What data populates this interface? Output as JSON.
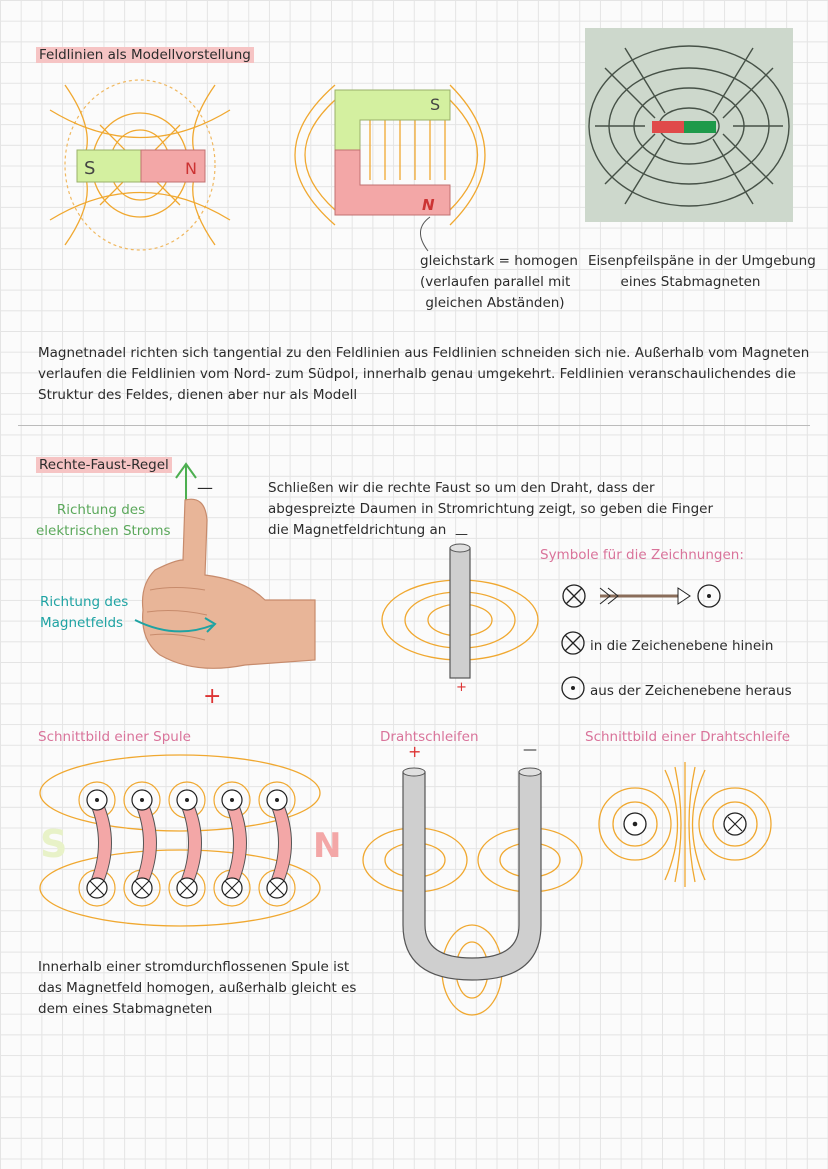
{
  "section1": {
    "heading": "Feldlinien als Modellvorstellung",
    "bar_magnet": {
      "s": "S",
      "n": "N"
    },
    "u_magnet": {
      "s": "S",
      "n": "N"
    },
    "homogen_note": [
      "gleichstark = homogen",
      "(verlaufen parallel mit",
      "gleichen Abständen)"
    ],
    "photo_caption": [
      "Eisenpfeilspäne in der Umgebung",
      "eines Stabmagneten"
    ],
    "paragraph": [
      "Magnetnadel richten sich tangential zu den Feldlinien aus Feldlinien schneiden sich nie. Außerhalb vom Magneten",
      "verlaufen die Feldlinien vom Nord- zum Südpol, innerhalb genau umgekehrt. Feldlinien veranschaulichendes die",
      "Struktur des Feldes, dienen aber nur als Modell"
    ]
  },
  "section2": {
    "heading": "Rechte-Faust-Regel",
    "minus": "—",
    "plus": "+",
    "current_label": [
      "Richtung des",
      "elektrischen Stroms"
    ],
    "field_label": [
      "Richtung des",
      "Magnetfelds"
    ],
    "explanation": [
      "Schließen wir die rechte Faust so um den Draht, dass der",
      "abgespreizte Daumen in Stromrichtung zeigt, so geben die Finger",
      "die Magnetfeldrichtung an"
    ],
    "wire_minus": "—",
    "wire_plus": "+",
    "symbols_title": "Symbole für die Zeichnungen:",
    "symbol_into": "in die Zeichenebene hinein",
    "symbol_out": "aus der Zeichenebene heraus"
  },
  "section3": {
    "coil_title": "Schnittbild einer Spule",
    "coil_s": "S",
    "coil_n": "N",
    "loops_title": "Drahtschleifen",
    "loops_plus": "+",
    "loops_minus": "—",
    "loop_cut_title": "Schnittbild einer Drahtschleife",
    "coil_text": [
      "Innerhalb einer stromdurchflossenen Spule ist",
      "das Magnetfeld homogen, außerhalb gleicht es",
      "dem eines Stabmagneten"
    ]
  },
  "colors": {
    "orange": "#f0a830",
    "green": "#d4f0a0",
    "red": "#f3a7a7",
    "pink_heading": "#f6c4c4",
    "pink_text": "#d9739a",
    "teal": "#1fa3a3"
  }
}
